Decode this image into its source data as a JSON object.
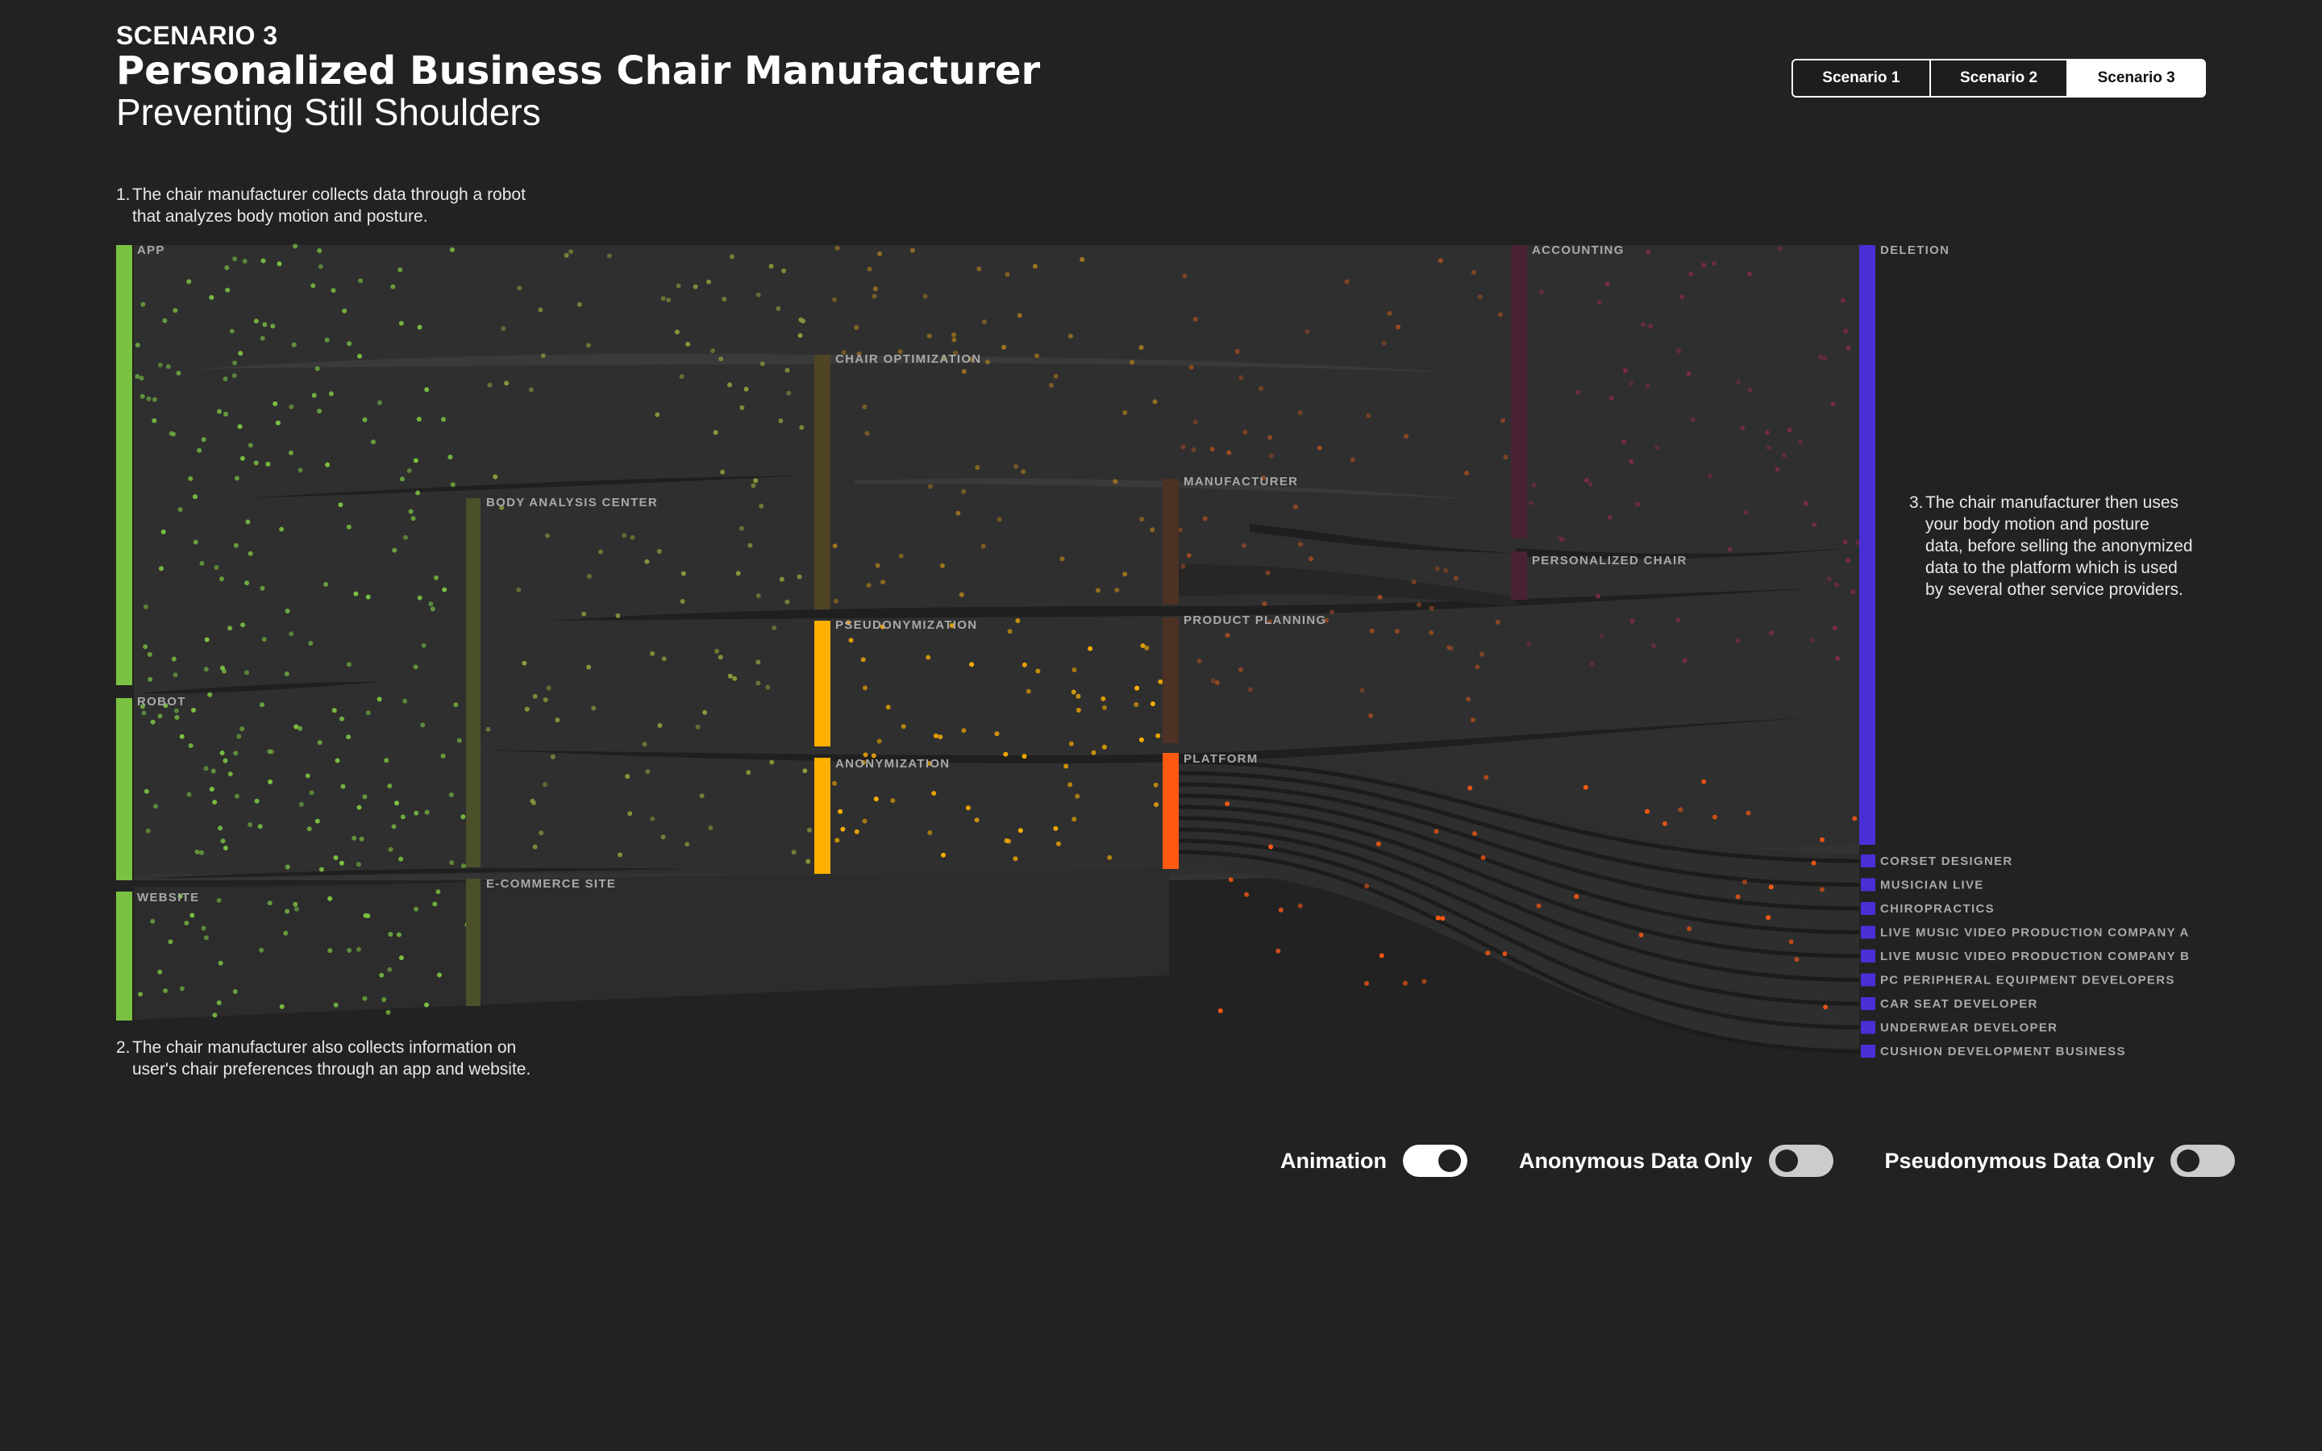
{
  "header": {
    "kicker": "SCENARIO 3",
    "title": "Personalized Business Chair Manufacturer",
    "subtitle": "Preventing Still Shoulders"
  },
  "tabs": [
    {
      "label": "Scenario 1",
      "active": false
    },
    {
      "label": "Scenario 2",
      "active": false
    },
    {
      "label": "Scenario 3",
      "active": true
    }
  ],
  "notes": {
    "note1": {
      "num": "1.",
      "line1": "The chair manufacturer collects data through a robot",
      "line2": "that analyzes body motion and posture."
    },
    "note2": {
      "num": "2.",
      "line1": "The chair manufacturer also collects information on",
      "line2": "user's chair preferences through an app and website."
    },
    "note3": {
      "num": "3.",
      "line1": "The chair manufacturer then uses",
      "lines": [
        "your body motion and posture",
        "data, before selling the anonymized",
        "data to the platform which is used",
        "by several other service providers."
      ]
    }
  },
  "nodes": {
    "app": {
      "label": "APP",
      "color": "#7bc242"
    },
    "robot": {
      "label": "ROBOT",
      "color": "#7bc242"
    },
    "website": {
      "label": "WEBSITE",
      "color": "#7bc242"
    },
    "body_analysis_center": {
      "label": "BODY ANALYSIS CENTER",
      "color": "#4b4f2a"
    },
    "ecommerce_site": {
      "label": "E-COMMERCE SITE",
      "color": "#4b4f2a"
    },
    "chair_optimization": {
      "label": "CHAIR OPTIMIZATION",
      "color": "#4f4525"
    },
    "pseudonymization": {
      "label": "PSEUDONYMIZATION",
      "color": "#ffb000"
    },
    "anonymization": {
      "label": "ANONYMIZATION",
      "color": "#ffb000"
    },
    "manufacturer": {
      "label": "MANUFACTURER",
      "color": "#4d3124"
    },
    "product_planning": {
      "label": "PRODUCT PLANNING",
      "color": "#4d3124"
    },
    "platform": {
      "label": "PLATFORM",
      "color": "#ff5a10"
    },
    "accounting": {
      "label": "ACCOUNTING",
      "color": "#4a2236"
    },
    "personalized_chair": {
      "label": "PERSONALIZED CHAIR",
      "color": "#4a2236"
    },
    "deletion": {
      "label": "DELETION",
      "color": "#4a2fd6"
    }
  },
  "providers": [
    "CORSET DESIGNER",
    "MUSICIAN LIVE",
    "CHIROPRACTICS",
    "LIVE MUSIC VIDEO PRODUCTION COMPANY A",
    "LIVE MUSIC VIDEO PRODUCTION COMPANY B",
    "PC PERIPHERAL EQUIPMENT DEVELOPERS",
    "CAR SEAT DEVELOPER",
    "UNDERWEAR DEVELOPER",
    "CUSHION DEVELOPMENT BUSINESS"
  ],
  "provider_color": "#4a2fd6",
  "controls": {
    "animation": {
      "label": "Animation",
      "on": true
    },
    "anonymous": {
      "label": "Anonymous Data Only",
      "on": false
    },
    "pseudonymous": {
      "label": "Pseudonymous Data Only",
      "on": false
    }
  }
}
